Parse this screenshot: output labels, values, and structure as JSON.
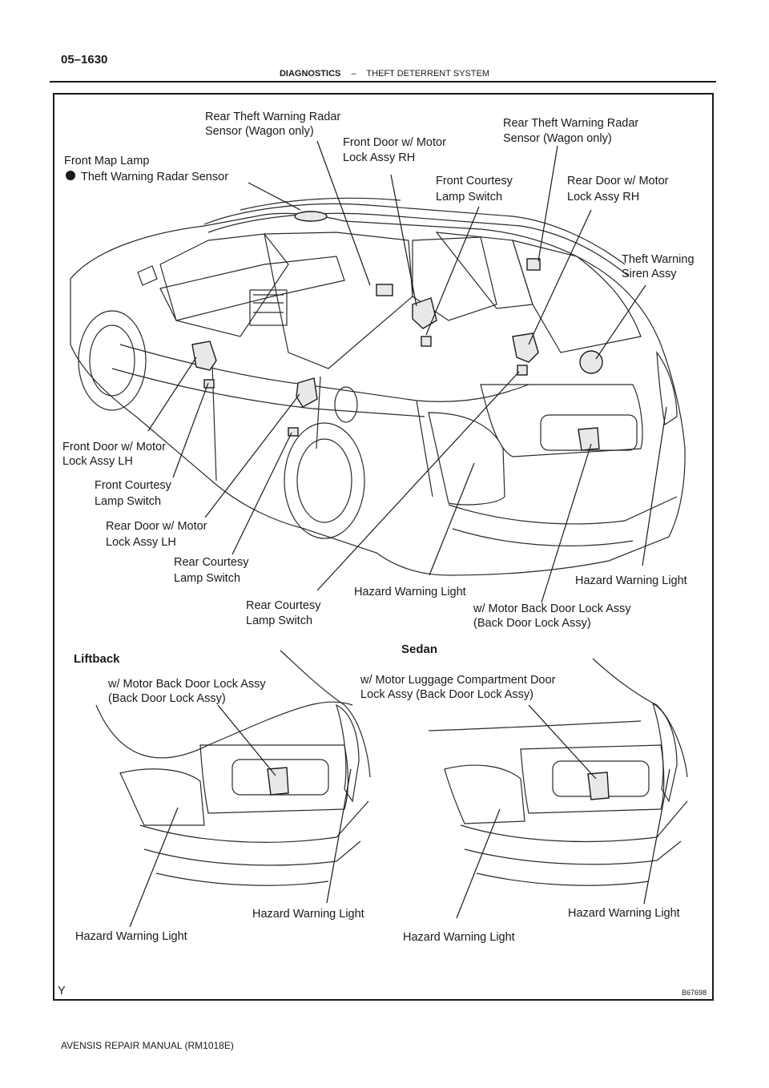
{
  "header": {
    "page_number": "05–1630",
    "section": "DIAGNOSTICS",
    "separator": "–",
    "subsection": "THEFT DETERRENT SYSTEM"
  },
  "diagram": {
    "labels": {
      "rear_radar_left_1": "Rear Theft Warning Radar",
      "rear_radar_left_2": "Sensor (Wagon only)",
      "rear_radar_right_1": "Rear Theft Warning Radar",
      "rear_radar_right_2": "Sensor (Wagon only)",
      "front_door_rh_1": "Front  Door  w/  Motor",
      "front_door_rh_2": "Lock Assy RH",
      "front_map_lamp": "Front Map Lamp",
      "theft_radar_sensor": "Theft Warning Radar Sensor",
      "front_courtesy_r_1": "Front  Courtesy",
      "front_courtesy_r_2": "Lamp Switch",
      "rear_door_rh_1": "Rear  Door  w/  Motor",
      "rear_door_rh_2": "Lock Assy RH",
      "siren_1": "Theft Warning",
      "siren_2": "Siren Assy",
      "front_door_lh_1": "Front Door w/ Motor",
      "front_door_lh_2": "Lock Assy LH",
      "front_courtesy_l_1": "Front   Courtesy",
      "front_courtesy_l_2": "Lamp Switch",
      "rear_door_lh_1": "Rear  Door  w/  Motor",
      "rear_door_lh_2": "Lock Assy LH",
      "rear_courtesy_l_1": "Rear  Courtesy",
      "rear_courtesy_l_2": "Lamp Switch",
      "rear_courtesy_r_1": "Rear   Courtesy",
      "rear_courtesy_r_2": "Lamp Switch",
      "hazard_center": "Hazard Warning Light",
      "hazard_right": "Hazard Warning Light",
      "back_door_1": "w/ Motor Back Door Lock Assy",
      "back_door_2": "(Back Door Lock Assy)"
    },
    "liftback": {
      "title": "Liftback",
      "back_door_1": "w/ Motor Back Door Lock Assy",
      "back_door_2": "(Back Door Lock Assy)",
      "hazard_left": "Hazard Warning Light",
      "hazard_right": "Hazard Warning Light"
    },
    "sedan": {
      "title": "Sedan",
      "luggage_1": "w/ Motor Luggage Compartment Door",
      "luggage_2": "Lock Assy (Back Door Lock Assy)",
      "hazard_left": "Hazard Warning Light",
      "hazard_right": "Hazard Warning Light"
    },
    "corner_mark": "Y",
    "figure_code": "B67698"
  },
  "footer": {
    "manual": "AVENSIS REPAIR MANUAL   (RM1018E)"
  }
}
